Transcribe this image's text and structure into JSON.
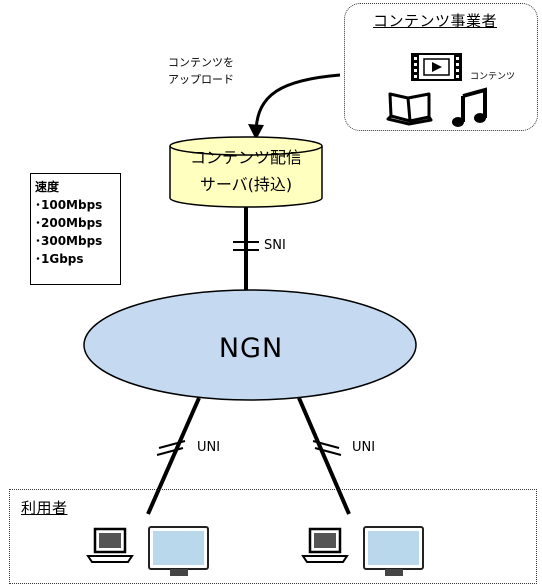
{
  "provider": {
    "title": "コンテンツ事業者",
    "contents_label": "コンテンツ",
    "icons": [
      "video-icon",
      "book-icon",
      "music-note-icon"
    ]
  },
  "upload_note": [
    "コンテンツを",
    "アップロード"
  ],
  "server": {
    "label_line1": "コンテンツ配信",
    "label_line2": "サーバ(持込)"
  },
  "speed": {
    "title": "速度",
    "items": [
      "･100Mbps",
      "･200Mbps",
      "･300Mbps",
      "･1Gbps"
    ]
  },
  "links": {
    "sni": "SNI",
    "uni_left": "UNI",
    "uni_right": "UNI"
  },
  "network": {
    "label": "NGN"
  },
  "users": {
    "title": "利用者",
    "devices": [
      "laptop-icon",
      "tv-icon",
      "laptop-icon",
      "tv-icon"
    ]
  },
  "colors": {
    "server_fill": "#ffffc0",
    "network_fill": "#c5d9f1",
    "tv_screen": "#b9d8ec"
  }
}
